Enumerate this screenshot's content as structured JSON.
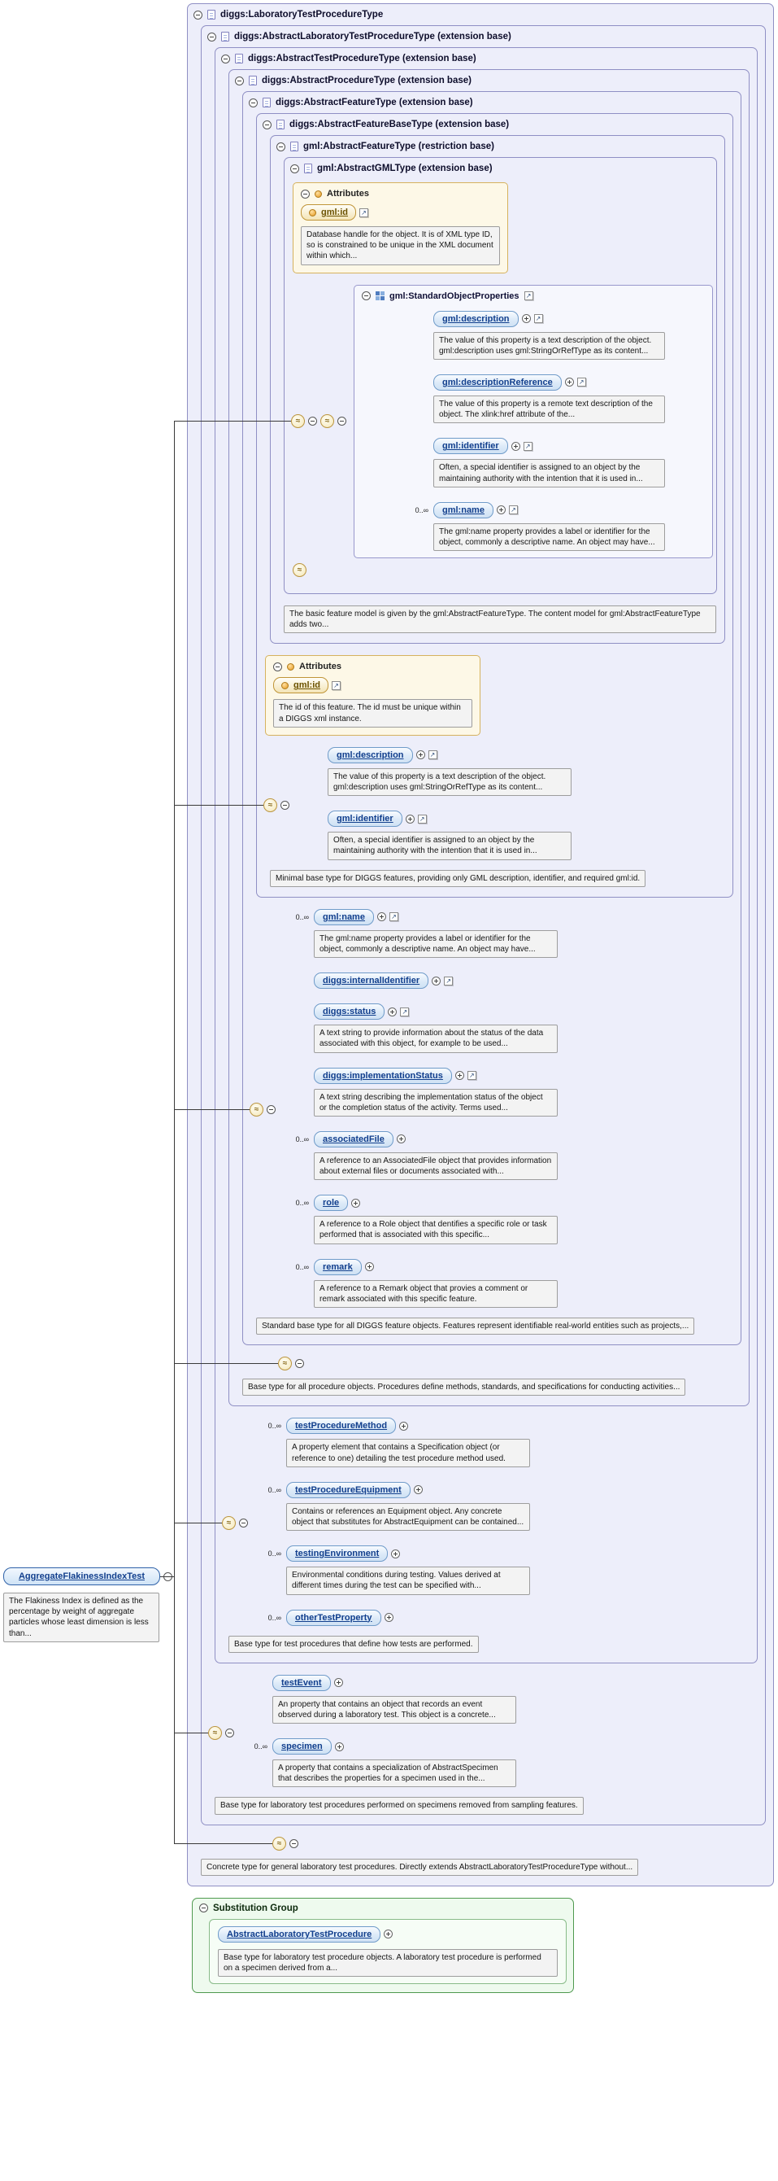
{
  "icons": {
    "sequence": "≈",
    "reference": "↗"
  },
  "levels": {
    "l1": {
      "title": "diggs:LaboratoryTestProcedureType",
      "note": "Concrete type for general laboratory test procedures. Directly extends AbstractLaboratoryTestProcedureType without..."
    },
    "l2": {
      "title": "diggs:AbstractLaboratoryTestProcedureType (extension base)",
      "note": "Base type for laboratory test procedures performed on specimens removed from sampling features.",
      "elements": [
        {
          "card": "",
          "name": "testEvent",
          "note": "An property that contains an object that records an event observed during a laboratory test. This object is a concrete..."
        },
        {
          "card": "0..∞",
          "name": "specimen",
          "note": "A property that contains a specialization of AbstractSpecimen that describes the properties for a specimen used in the..."
        }
      ]
    },
    "l3": {
      "title": "diggs:AbstractTestProcedureType (extension base)",
      "note": "Base type for test procedures that define how tests are performed.",
      "elements": [
        {
          "card": "0..∞",
          "name": "testProcedureMethod",
          "note": "A property element that contains a Specification object (or reference to one) detailing the test procedure method used."
        },
        {
          "card": "0..∞",
          "name": "testProcedureEquipment",
          "note": "Contains or references an Equipment object. Any concrete object that substitutes for AbstractEquipment can be contained..."
        },
        {
          "card": "0..∞",
          "name": "testingEnvironment",
          "note": "Environmental conditions during testing. Values derived at different times during the test can be specified with..."
        },
        {
          "card": "0..∞",
          "name": "otherTestProperty",
          "note": ""
        }
      ]
    },
    "l4": {
      "title": "diggs:AbstractProcedureType (extension base)",
      "note": "Base type for all procedure objects. Procedures define methods, standards, and specifications for conducting activities..."
    },
    "l5": {
      "title": "diggs:AbstractFeatureType (extension base)",
      "note": "Standard base type for all DIGGS feature objects. Features represent identifiable real-world entities such as projects,...",
      "elements": [
        {
          "card": "0..∞",
          "name": "gml:name",
          "note": "The gml:name property provides a label or identifier for the object, commonly a descriptive name. An object may have..."
        },
        {
          "card": "",
          "name": "diggs:internalIdentifier",
          "note": ""
        },
        {
          "card": "",
          "name": "diggs:status",
          "note": "A text string to provide information about the status of the data associated with this object, for example to be used..."
        },
        {
          "card": "",
          "name": "diggs:implementationStatus",
          "note": "A text string describing the implementation status of the object or the completion status of the activity. Terms used..."
        },
        {
          "card": "0..∞",
          "name": "associatedFile",
          "note": "A reference to an AssociatedFile object that provides information about external files or documents associated with..."
        },
        {
          "card": "0..∞",
          "name": "role",
          "note": "A reference to a Role object that dentifies a specific role or task performed that is associated with this specific..."
        },
        {
          "card": "0..∞",
          "name": "remark",
          "note": "A reference to a Remark object that provies a comment or remark associated with this specific feature."
        }
      ]
    },
    "l6": {
      "title": "diggs:AbstractFeatureBaseType (extension base)",
      "note": "Minimal base type for DIGGS features, providing only GML description, identifier, and required gml:id.",
      "attributes": {
        "title": "Attributes",
        "name": "gml:id",
        "note": "The id of this feature. The id must be unique within a DIGGS xml instance."
      },
      "elements": [
        {
          "card": "",
          "name": "gml:description",
          "note": "The value of this property is a text description of the object. gml:description uses gml:StringOrRefType as its content..."
        },
        {
          "card": "",
          "name": "gml:identifier",
          "note": "Often, a special identifier is assigned to an object by the maintaining authority with the intention that it is used in..."
        }
      ]
    },
    "l7": {
      "title": "gml:AbstractFeatureType (restriction base)",
      "note": "The basic feature model is given by the gml:AbstractFeatureType. The content model for gml:AbstractFeatureType adds two..."
    },
    "l8": {
      "title": "gml:AbstractGMLType (extension base)",
      "attributes": {
        "title": "Attributes",
        "name": "gml:id",
        "note": "Database handle for the object. It is of XML type ID, so is constrained to be unique in the XML document within which..."
      },
      "group": {
        "title": "gml:StandardObjectProperties",
        "elements": [
          {
            "card": "",
            "name": "gml:description",
            "note": "The value of this property is a text description of the object. gml:description uses gml:StringOrRefType as its content..."
          },
          {
            "card": "",
            "name": "gml:descriptionReference",
            "note": "The value of this property is a remote text description of the object. The xlink:href attribute of the..."
          },
          {
            "card": "",
            "name": "gml:identifier",
            "note": "Often, a special identifier is assigned to an object by the maintaining authority with the intention that it is used in..."
          },
          {
            "card": "0..∞",
            "name": "gml:name",
            "note": "The gml:name property provides a label or identifier for the object, commonly a descriptive name. An object may have..."
          }
        ]
      }
    }
  },
  "left_panel": {
    "class_name": "AggregateFlakinessIndexTest",
    "note": "The Flakiness Index is defined as the percentage by weight of aggregate particles whose least dimension is less than..."
  },
  "substitution_group": {
    "title": "Substitution Group",
    "member": "AbstractLaboratoryTestProcedure",
    "note": "Base type for laboratory test procedure objects. A laboratory test procedure is performed on a specimen derived from a..."
  }
}
